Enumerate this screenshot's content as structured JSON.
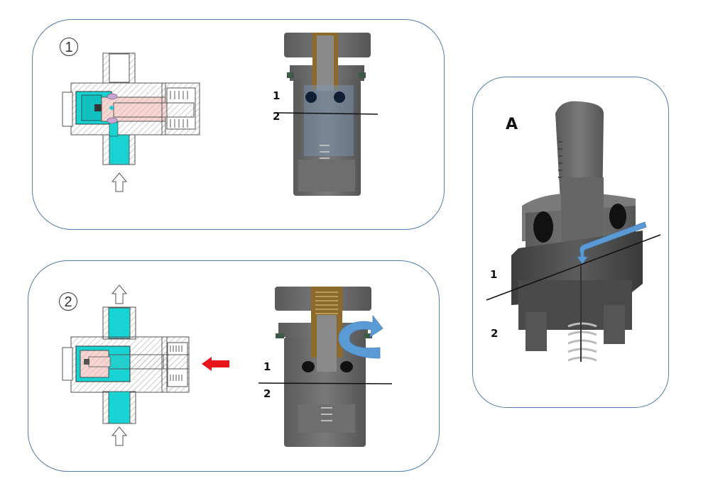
{
  "panels": [
    {
      "id": "state-1",
      "step_number": "①",
      "step_text": "1",
      "state": "closed",
      "flow_arrows": [
        "inlet-arrow-bottom"
      ],
      "section_labels": {
        "upper": "1",
        "lower": "2"
      }
    },
    {
      "id": "state-2",
      "step_number": "②",
      "step_text": "2",
      "state": "open",
      "flow_arrows": [
        "outlet-arrow-top",
        "inlet-arrow-bottom",
        "actuation-arrow-red"
      ],
      "flow_indicator": "curved-blue-arrow",
      "section_labels": {
        "upper": "1",
        "lower": "2"
      }
    },
    {
      "id": "detail-a",
      "title": "A",
      "section_labels": {
        "upper": "1",
        "lower": "2"
      },
      "flow_indicator": "bent-blue-arrow"
    }
  ],
  "colors": {
    "panel_border": "#4f7fae",
    "water_fill": "#19d3d3",
    "piston_fill": "#f2c9c6",
    "seal_fill": "#c9a3d6",
    "metal_gray": "#6b6b6b",
    "spring_brown": "#8b6a2c",
    "flow_blue": "#5b9bd5",
    "actuation_red": "#e8141a"
  }
}
